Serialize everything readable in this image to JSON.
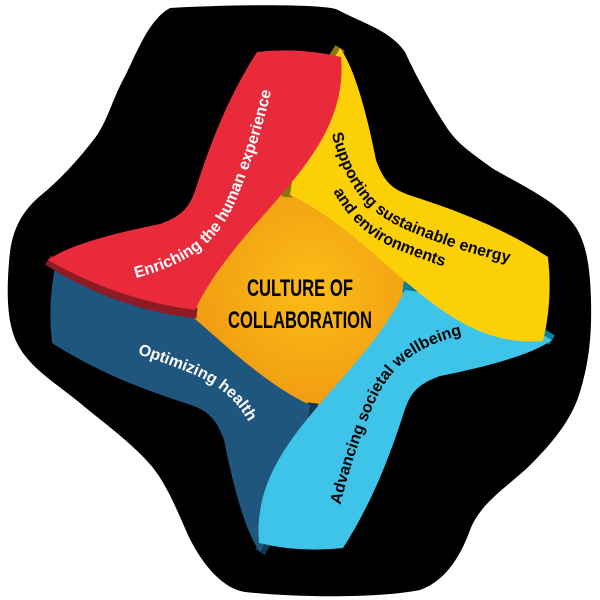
{
  "figure": {
    "type": "pinwheel-ribbon-diagram",
    "description": "Four curved ribbons sweeping around a gold center diamond on a black organic cross-shaped blob"
  },
  "center": {
    "line1": "CULTURE OF",
    "line2": "COLLABORATION",
    "text_color": "#000000"
  },
  "colors": {
    "page": "#FFFFFF",
    "background_blob": "#000000",
    "gold_center": "#FCBD17",
    "gold_edge": "#EE9611"
  },
  "ribbons": [
    {
      "label": "Enriching the human experience",
      "color": "#E92A3A",
      "fold_color": "#8E1A23",
      "text_color": "#FFFFFF",
      "position": "top-to-left"
    },
    {
      "label": "Supporting sustainable energy and environments",
      "line1": "Supporting sustainable energy",
      "line2": "and environments",
      "color": "#FCD006",
      "fold_color": "#8A7608",
      "text_color": "#000000",
      "position": "top-to-right"
    },
    {
      "label": "Advancing societal wellbeing",
      "color": "#3EC4E8",
      "fold_color": "#0E7E9E",
      "text_color": "#000000",
      "position": "right-to-bottom"
    },
    {
      "label": "Optimizing health",
      "color": "#1E567E",
      "fold_color": "#123A55",
      "text_color": "#FFFFFF",
      "position": "left-to-bottom"
    }
  ]
}
